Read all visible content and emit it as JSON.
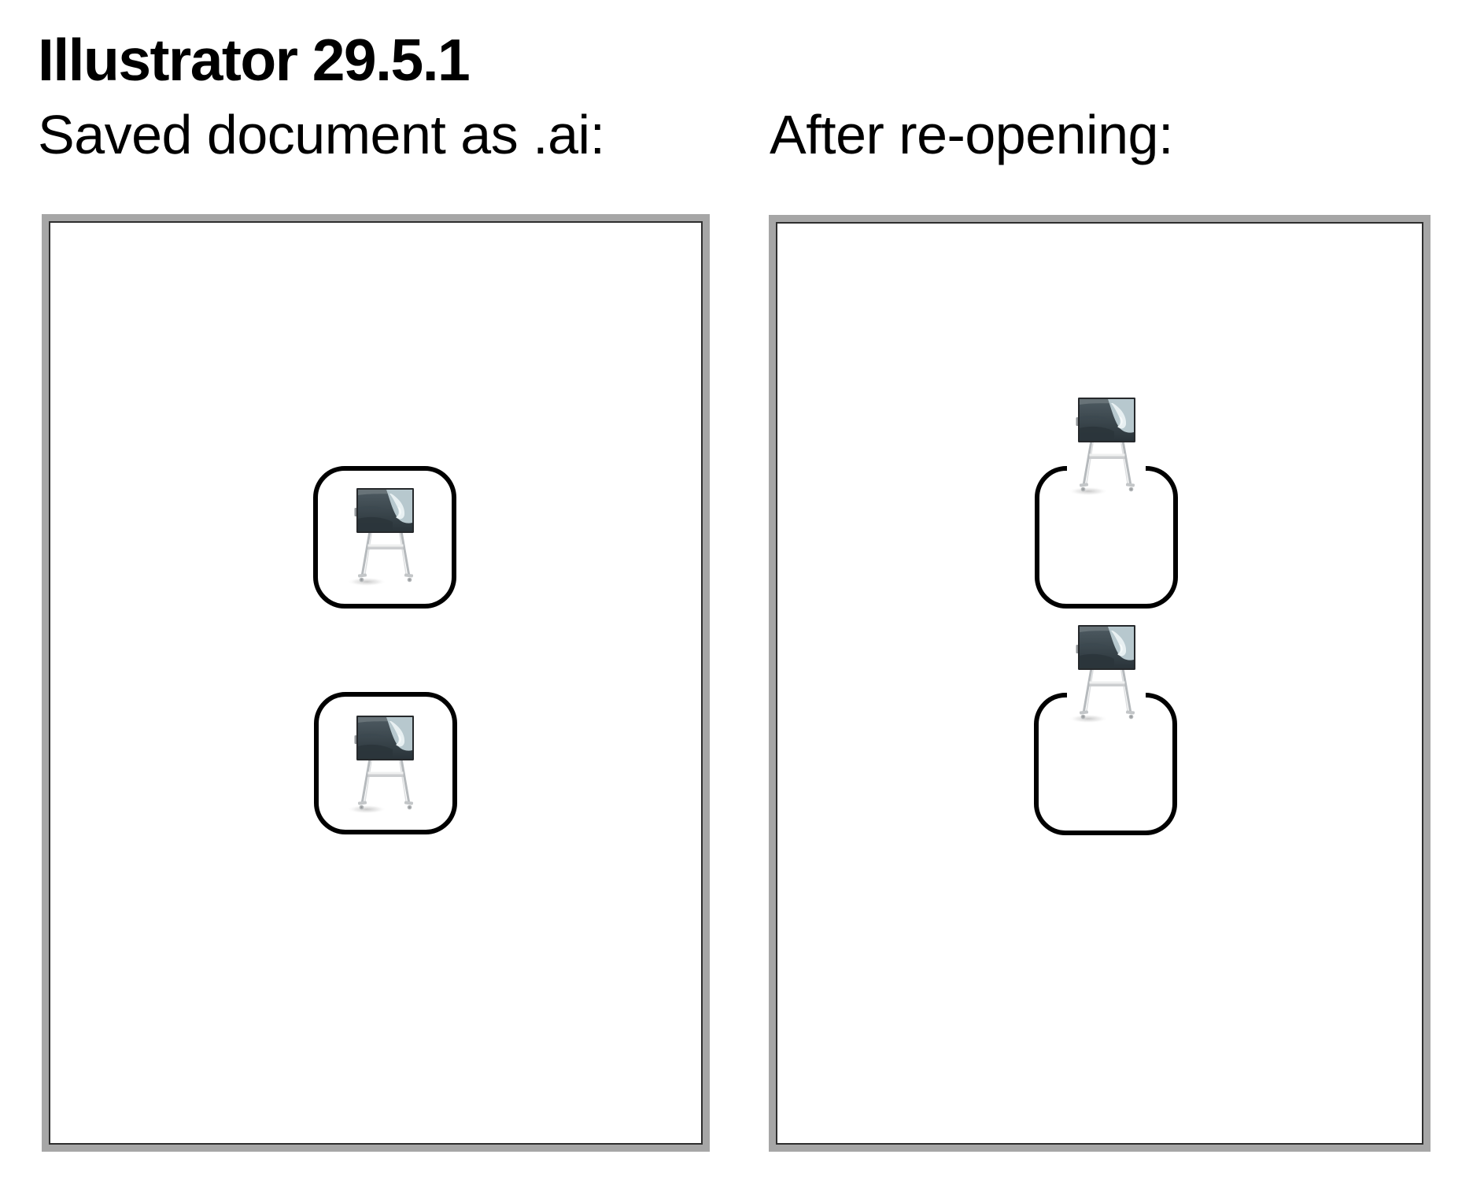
{
  "title": "Illustrator 29.5.1",
  "panels": [
    {
      "id": "saved-ai",
      "heading": "Saved document as .ai:",
      "items": [
        {
          "shape": "rounded-square",
          "image": "surface-hub-photo",
          "image_position": "centered-inside-square"
        },
        {
          "shape": "rounded-square",
          "image": "surface-hub-photo",
          "image_position": "centered-inside-square"
        }
      ]
    },
    {
      "id": "after-reopening",
      "heading": "After re-opening:",
      "items": [
        {
          "shape": "rounded-square",
          "image": "surface-hub-photo",
          "image_position": "shifted-up-above-square"
        },
        {
          "shape": "rounded-square",
          "image": "surface-hub-photo",
          "image_position": "shifted-up-above-square"
        }
      ]
    }
  ],
  "image": {
    "name": "surface-hub-photo",
    "depicts": "flat-panel display on a wheeled easel stand, screen showing a large ocean wave"
  },
  "colors": {
    "text": "#000000",
    "page_background": "#ffffff",
    "artboard_frame": "#a6a6a6",
    "artboard_border": "#2e2e2e",
    "artboard_background": "#ffffff",
    "square_border": "#000000",
    "square_fill": "#ffffff",
    "screen_dark": "#2a343a",
    "wave_foam": "#e8f0f2",
    "stand_gray": "#b6babd"
  }
}
